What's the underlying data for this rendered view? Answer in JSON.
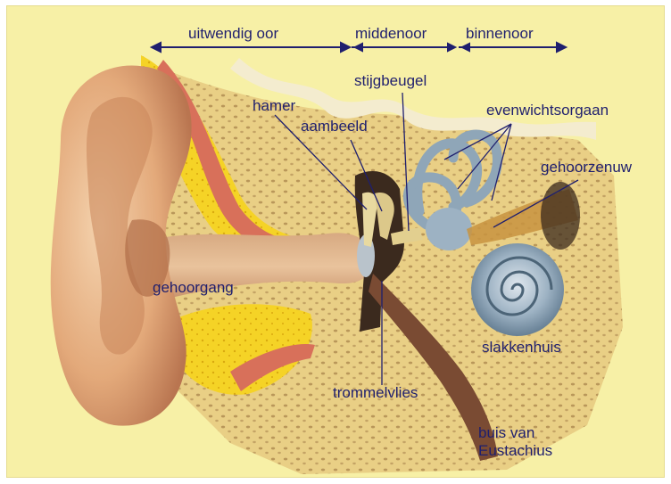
{
  "sections": {
    "outer": "uitwendig oor",
    "middle": "middenoor",
    "inner": "binnenoor"
  },
  "labels": {
    "hamer": "hamer",
    "stijgbeugel": "stijgbeugel",
    "aambeeld": "aambeeld",
    "evenwichtsorgaan": "evenwichtsorgaan",
    "gehoorzenuw": "gehoorzenuw",
    "gehoorgang": "gehoorgang",
    "slakkenhuis": "slakkenhuis",
    "trommelvlies": "trommelvlies",
    "buis_line1": "buis van",
    "buis_line2": "Eustachius"
  },
  "colors": {
    "background": "#f7f0a6",
    "label_text": "#1f1f6e",
    "skin": "#e8b58a",
    "bone": "#e9cf85",
    "fat": "#f5d326",
    "muscle": "#d8705a",
    "inner_ear": "#8fa6b8"
  }
}
